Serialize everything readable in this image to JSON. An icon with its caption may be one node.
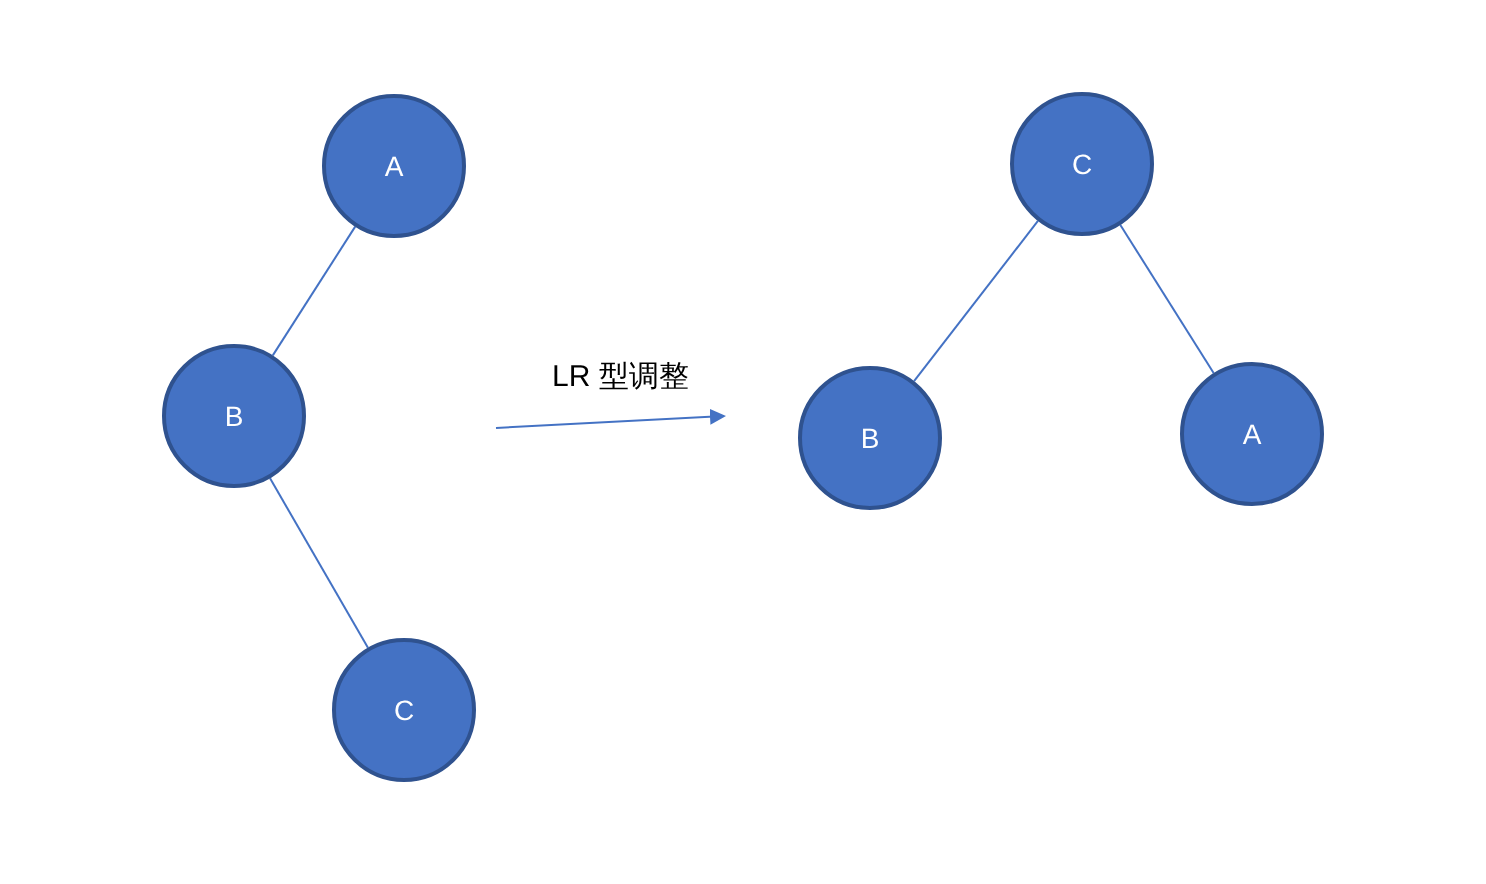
{
  "diagram": {
    "nodes": [
      {
        "text": [
          "A"
        ]
      },
      {
        "text": [
          "B"
        ]
      },
      {
        "text": [
          "C"
        ]
      },
      {
        "text": [
          "C"
        ]
      },
      {
        "text": [
          "B"
        ]
      },
      {
        "text": [
          "A"
        ]
      }
    ],
    "edges": [
      {
        "from": 0,
        "to": 1,
        "arrow": "none"
      },
      {
        "from": 1,
        "to": 2,
        "arrow": "none"
      },
      {
        "from": 3,
        "to": 4,
        "arrow": "none"
      },
      {
        "from": 3,
        "to": 5,
        "arrow": "none"
      }
    ],
    "labels": [
      "LR 型调整"
    ]
  }
}
